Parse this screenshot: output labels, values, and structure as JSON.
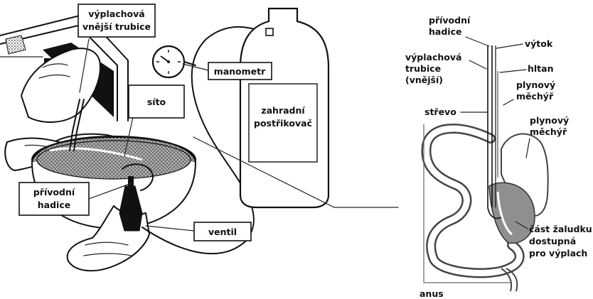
{
  "left_panel": {
    "labels": {
      "outer_tube": [
        "výplachová",
        "vnější trubice"
      ],
      "manometer": "manometr",
      "sieve": "síto",
      "sprayer": [
        "zahradní",
        "postřikovač"
      ],
      "inlet_hose": [
        "přívodní",
        "hadice"
      ],
      "valve": "ventil"
    }
  },
  "right_panel": {
    "labels": {
      "inlet_hose": [
        "přívodní",
        "hadice"
      ],
      "outlet": "výtok",
      "outer_tube": [
        "výplachová",
        "trubice",
        "(vnější)"
      ],
      "pharynx": "hltan",
      "swim_bladder_1": [
        "plynový",
        "měchýř"
      ],
      "intestine": "střevo",
      "swim_bladder_2": [
        "plynový",
        "měchýř"
      ],
      "stomach": [
        "část žaludku",
        "dostupná",
        "pro výplach"
      ],
      "anus": "anus"
    }
  }
}
